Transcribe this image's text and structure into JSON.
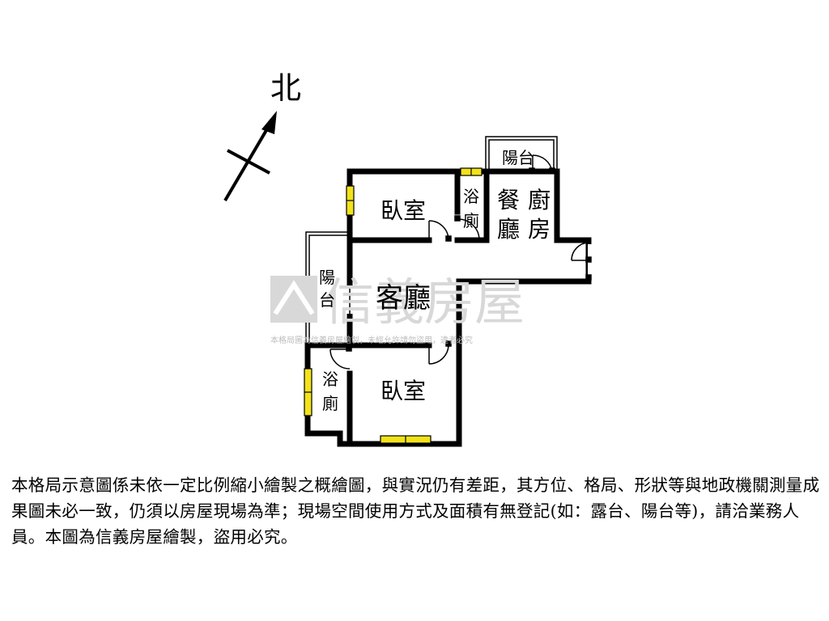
{
  "compass": {
    "label": "北"
  },
  "rooms": {
    "bedroom_top": "臥室",
    "bath_top_1": "浴",
    "bath_top_2": "廁",
    "balcony_top": "陽台",
    "dining_1": "餐",
    "dining_2": "廳",
    "kitchen_1": "廚",
    "kitchen_2": "房",
    "balcony_left_1": "陽",
    "balcony_left_2": "台",
    "living": "客廳",
    "bath_bottom_1": "浴",
    "bath_bottom_2": "廁",
    "bedroom_bottom": "臥室"
  },
  "watermark": {
    "brand": "信義房屋",
    "notice": "本格局圖為信義房屋繪製，未經允許請勿盜用，違者必究"
  },
  "colors": {
    "wall": "#000000",
    "window": "#f2e21a",
    "watermark": "#d8d8d8"
  },
  "disclaimer": "本格局示意圖係未依一定比例縮小繪製之概繪圖，與實況仍有差距，其方位、格局、形狀等與地政機關測量成果圖未必一致，仍須以房屋現場為準；現場空間使用方式及面積有無登記(如：露台、陽台等)，請洽業務人員。本圖為信義房屋繪製，盜用必究。"
}
